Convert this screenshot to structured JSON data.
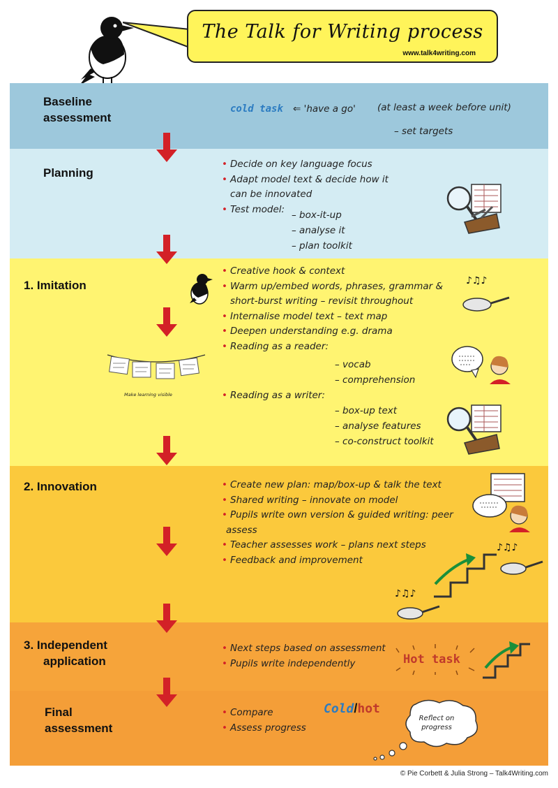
{
  "header": {
    "title": "The Talk for Writing process",
    "url": "www.talk4writing.com"
  },
  "stages": {
    "baseline": {
      "label": "Baseline assessment",
      "cold_task": "cold task",
      "have_a_go": "⇐ 'have a go'",
      "timing": "(at least a week before unit)",
      "targets": "– set targets"
    },
    "planning": {
      "label": "Planning",
      "items": [
        "Decide on key language focus",
        "Adapt model text & decide how it",
        "can be innovated",
        "Test model:"
      ],
      "test_subitems": [
        "– box-it-up",
        "– analyse it",
        "– plan toolkit"
      ]
    },
    "imitation": {
      "label": "1.  Imitation",
      "items": [
        "Creative hook & context",
        "Warm up/embed words, phrases, grammar &",
        "short-burst writing – revisit throughout",
        "Internalise model text – text map",
        "Deepen understanding e.g. drama",
        "Reading as a reader:"
      ],
      "reader_subitems": [
        "– vocab",
        "– comprehension"
      ],
      "writer_item": "Reading as a writer:",
      "writer_subitems": [
        "– box-up text",
        "– analyse features",
        "– co-construct toolkit"
      ],
      "washing_line_caption": "Make learning visible"
    },
    "innovation": {
      "label": "2.  Innovation",
      "items": [
        "Create new plan: map/box-up & talk the text",
        "Shared writing – innovate on model",
        "Pupils write own version & guided writing: peer",
        "assess",
        "Teacher assesses work – plans next steps",
        "Feedback and improvement"
      ]
    },
    "independent": {
      "label_line1": "3.  Independent",
      "label_line2": "application",
      "items": [
        "Next steps based on assessment",
        "Pupils write independently"
      ],
      "hot_task": "Hot task"
    },
    "final": {
      "label_line1": "Final",
      "label_line2": "assessment",
      "items": [
        "Compare",
        "Assess progress"
      ],
      "cold_hot_cold": "Cold",
      "cold_hot_sep": "/",
      "cold_hot_hot": "hot",
      "reflect_line1": "Reflect on",
      "reflect_line2": "progress"
    }
  },
  "footer": "© Pie Corbett & Julia Strong – Talk4Writing.com",
  "colors": {
    "baseline": "#9dc8dc",
    "planning": "#d4ecf3",
    "imitation": "#fff471",
    "innovation": "#fbc93c",
    "independent": "#f6a43a",
    "final": "#f49e38",
    "arrow": "#d32127",
    "title_bubble": "#fff45a"
  }
}
